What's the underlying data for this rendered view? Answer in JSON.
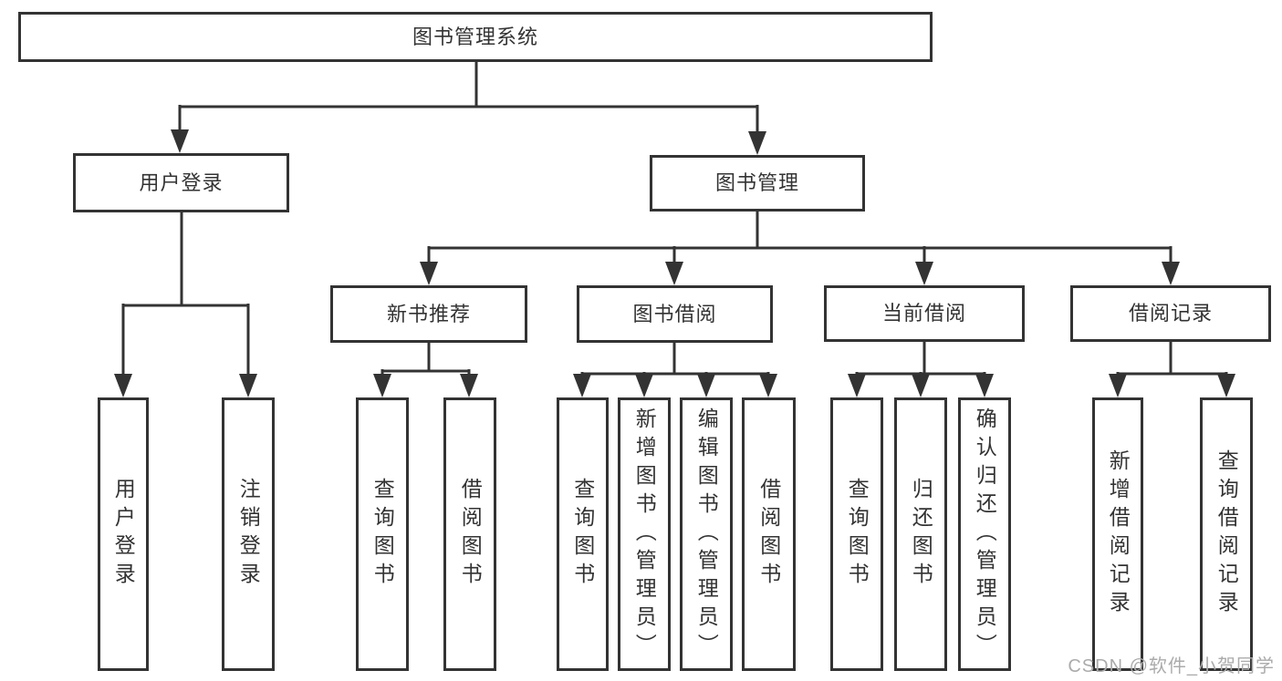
{
  "diagram_title": "图书管理系统",
  "nodes": {
    "root": {
      "label": "图书管理系统"
    },
    "branches": [
      {
        "label": "用户登录"
      },
      {
        "label": "图书管理"
      }
    ],
    "modules": [
      {
        "label": "新书推荐"
      },
      {
        "label": "图书借阅"
      },
      {
        "label": "当前借阅"
      },
      {
        "label": "借阅记录"
      }
    ],
    "leaves": {
      "user_login": [
        "用户登录",
        "注销登录"
      ],
      "new_book_rec": [
        "查询图书",
        "借阅图书"
      ],
      "book_borrow": [
        "查询图书",
        "新增图书（管理员）",
        "编辑图书（管理员）",
        "借阅图书"
      ],
      "current_borrow": [
        "查询图书",
        "归还图书",
        "确认归还（管理员）"
      ],
      "borrow_record": [
        "新增借阅记录",
        "查询借阅记录"
      ]
    }
  },
  "watermark": "CSDN @软件_小贺同学",
  "colors": {
    "line": "#333333",
    "text": "#333333",
    "watermark": "#ababab",
    "background": "#ffffff"
  }
}
